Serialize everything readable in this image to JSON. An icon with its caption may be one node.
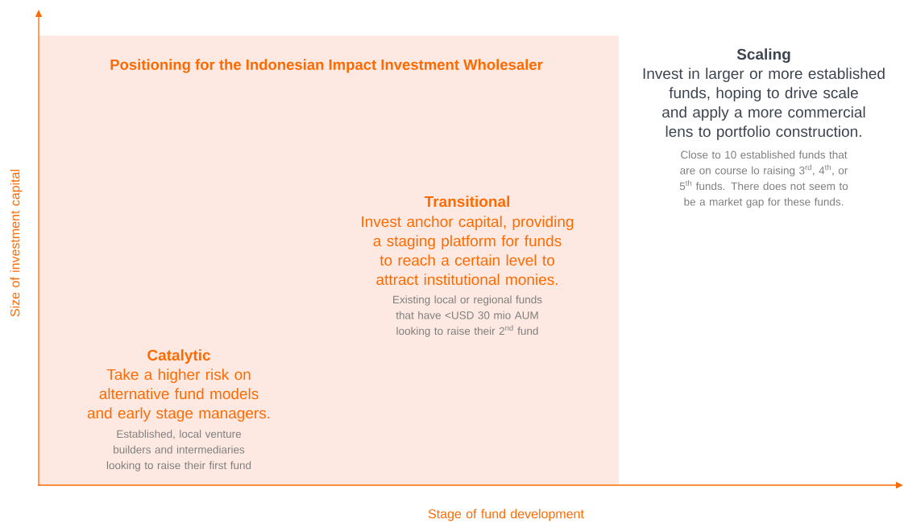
{
  "diagram": {
    "nodes": [
      {
        "text": [
          "Positioning for the Indonesian Impact Investment Wholesaler"
        ]
      }
    ],
    "edges": [],
    "labels": [
      "Scaling",
      "Invest in larger or more established funds, hoping to drive scale and apply a more commercial lens to portfolio construction.",
      "Close to 10 established funds that are on course lo raising 3$^{rd}$, 4$^{th}$, or 5$^{th}$ funds. There does not seem to be a market gap for these funds.",
      "Transitional",
      "Invest anchor capital, providing a staging platform for funds to reach a certain level to attract institutional monies.",
      "Existing local or regional funds that have <USD 30 mio AUM looking to raise their 2$^{nd}$ fund",
      "Size of investment capital",
      "Catalytic",
      "Take a higher risk on alternative fund models and early stage managers.",
      "Established, local venture builders and intermediaries looking to raise their first fund",
      "Stage of fund development"
    ]
  }
}
